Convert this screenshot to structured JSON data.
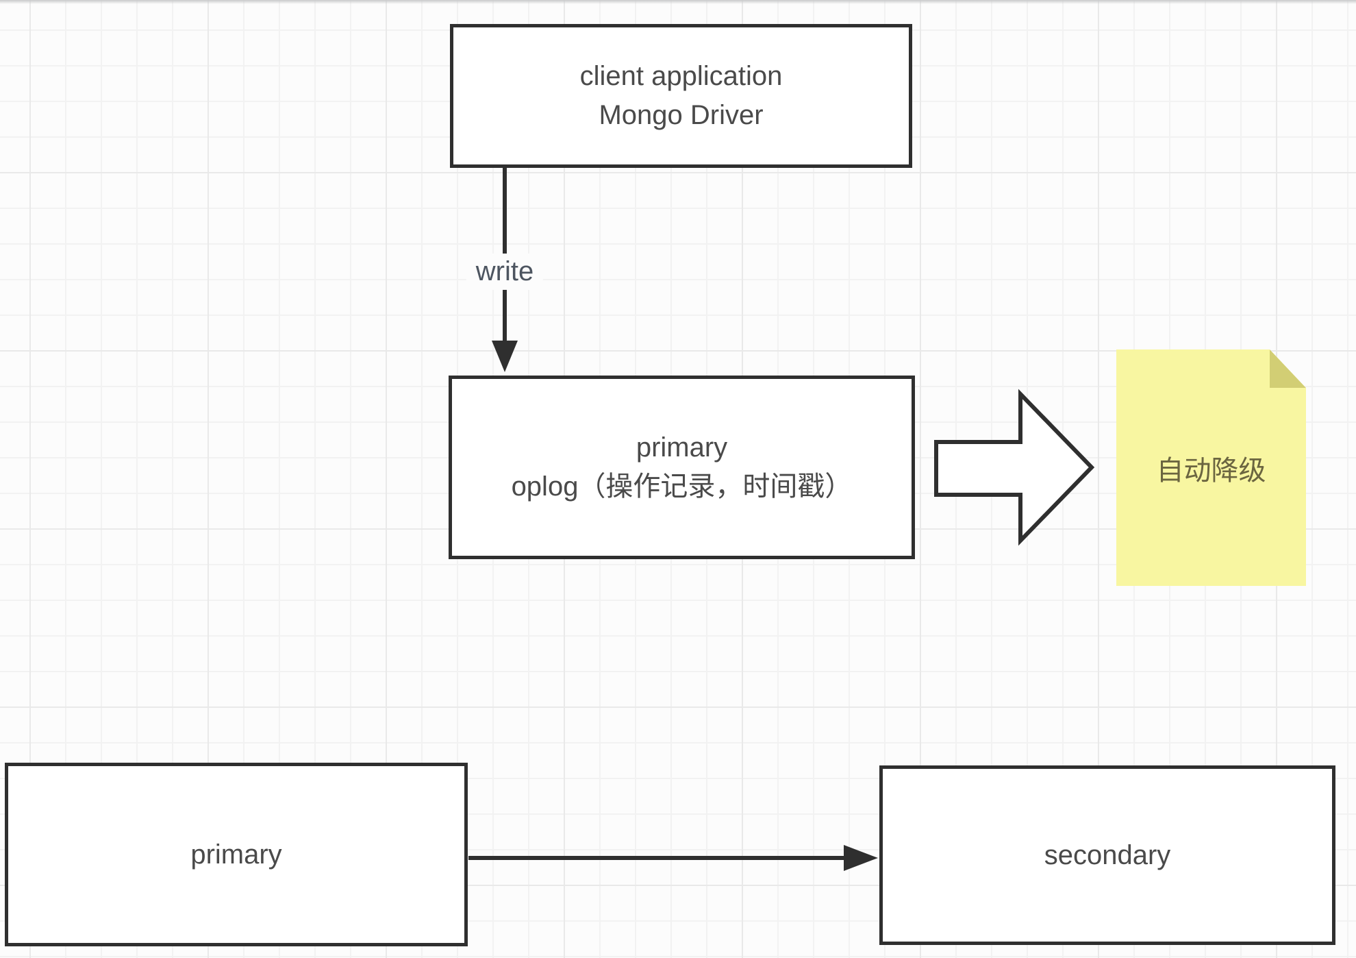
{
  "nodes": {
    "client_box": {
      "line1": "client application",
      "line2": "Mongo Driver"
    },
    "oplog_box": {
      "line1": "primary",
      "line2": "oplog（操作记录，时间戳）"
    },
    "primary_box": {
      "label": "primary"
    },
    "secondary_box": {
      "label": "secondary"
    },
    "sticky_note": {
      "label": "自动降级"
    }
  },
  "edges": {
    "write_edge": {
      "label": "write"
    }
  },
  "colors": {
    "background": "#fcfcfc",
    "grid_minor": "#f2f2f2",
    "grid_major": "#e9e9e9",
    "shape_border": "#2f2f2f",
    "shape_fill": "#ffffff",
    "text": "#4a4a4a",
    "write_label": "#4d5560",
    "note_fill": "#f8f6a1",
    "note_fold": "#d2ce74",
    "note_text": "#6b6540"
  }
}
